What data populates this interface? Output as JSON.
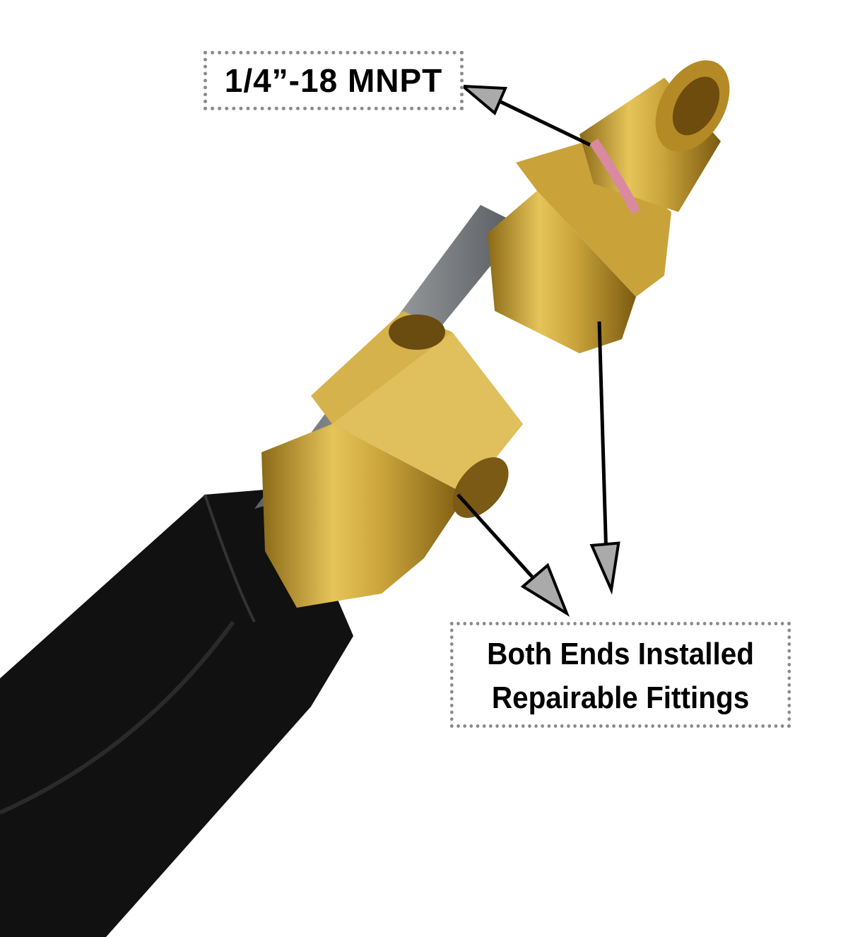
{
  "callouts": {
    "thread_label": "1/4”-18 MNPT",
    "fittings_line1": "Both Ends Installed",
    "fittings_line2": "Repairable Fittings"
  },
  "colors": {
    "brass": "#c9a23a",
    "hose": "#111111",
    "tube": "#7a7d80",
    "border": "#8a8a8a"
  }
}
